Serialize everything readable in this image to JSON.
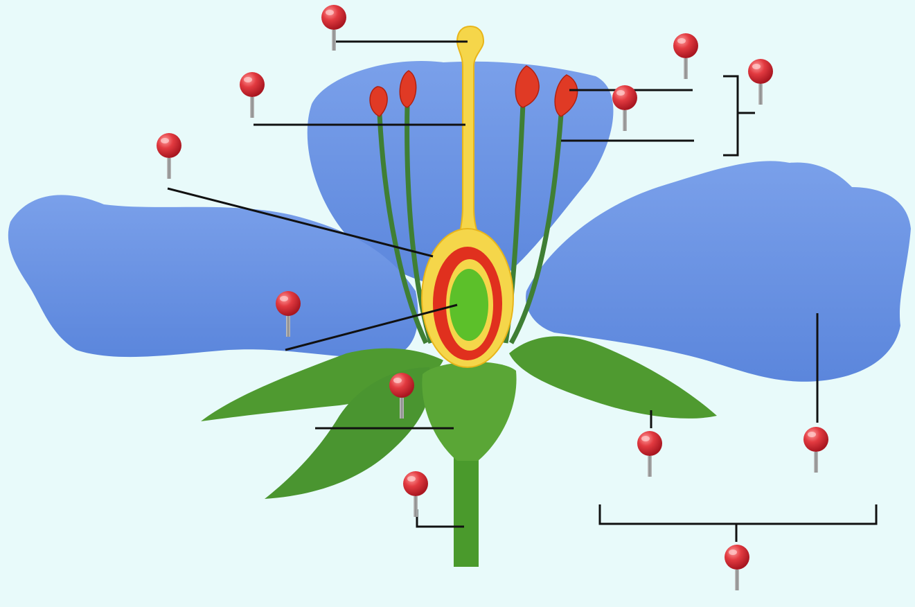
{
  "diagram": {
    "type": "flower-anatomy-labeling",
    "colors": {
      "background": "#e8fafa",
      "petal": "#6f97e6",
      "petal_dark": "#5a82d8",
      "sepal": "#4e9a2e",
      "stem": "#4a9a2c",
      "pistil": "#f5d64a",
      "ovary_wall": "#e0301e",
      "ovule": "#5cc02a",
      "anther": "#e03a25",
      "filament": "#4a8a3a",
      "pin_head": "#e0313a",
      "pin_shaft": "#9a9a9a",
      "leader_line": "#111111"
    },
    "pins": [
      {
        "name": "stigma-pin"
      },
      {
        "name": "style-pin"
      },
      {
        "name": "ovary-pin"
      },
      {
        "name": "ovule-pin"
      },
      {
        "name": "receptacle-pin"
      },
      {
        "name": "stalk-pin"
      },
      {
        "name": "anther-pin"
      },
      {
        "name": "filament-pin"
      },
      {
        "name": "stamen-pin"
      },
      {
        "name": "sepal-pin"
      },
      {
        "name": "petal-pin"
      },
      {
        "name": "perianth-pin"
      }
    ]
  }
}
